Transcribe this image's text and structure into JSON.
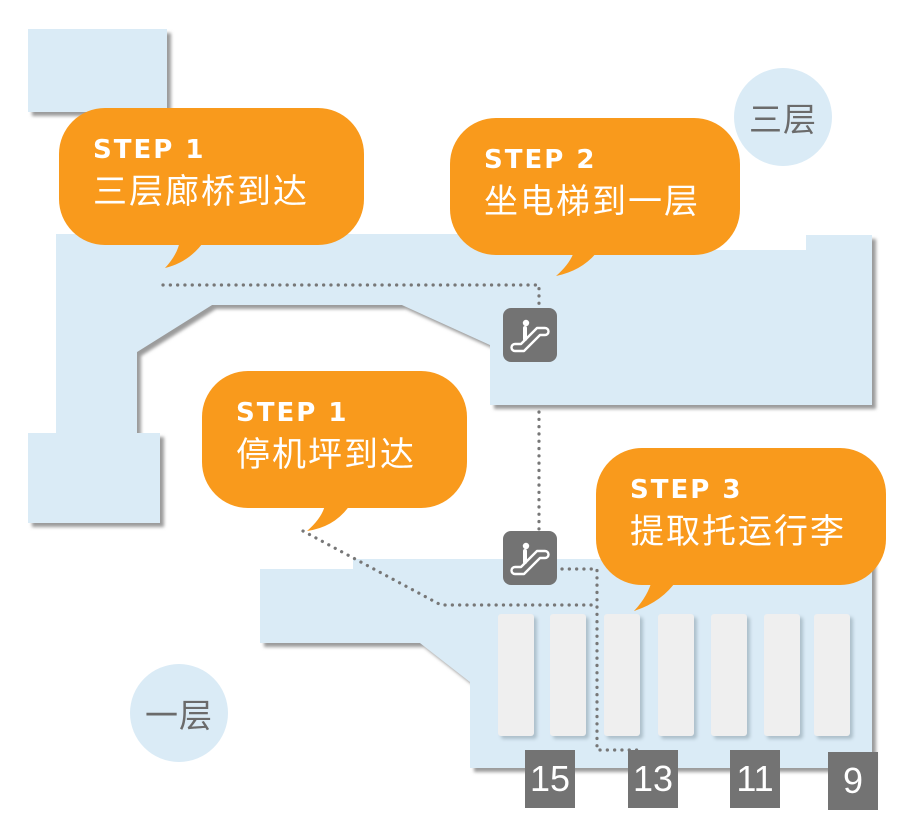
{
  "title": "Baggage claim route map",
  "colors": {
    "floor_fill": "#daebf6",
    "floor_shadow": "#8a8a8a",
    "bubble": "#f99a1c",
    "icon_bg": "#737373",
    "route_dots": "#777777",
    "carousel": "#efefef"
  },
  "floors": {
    "upper_label": "三层",
    "lower_label": "一层"
  },
  "steps": [
    {
      "id": "step1-bridge",
      "step": "STEP 1",
      "text": "三层廊桥到达"
    },
    {
      "id": "step2",
      "step": "STEP 2",
      "text": "坐电梯到一层"
    },
    {
      "id": "step1-apron",
      "step": "STEP 1",
      "text": "停机坪到达"
    },
    {
      "id": "step3",
      "step": "STEP 3",
      "text": "提取托运行李"
    }
  ],
  "escalators": [
    {
      "icon": "escalator-icon",
      "floor": "三层"
    },
    {
      "icon": "escalator-icon",
      "floor": "一层"
    }
  ],
  "carousels": {
    "count": 7,
    "numbers": [
      "15",
      "13",
      "11",
      "9"
    ]
  }
}
